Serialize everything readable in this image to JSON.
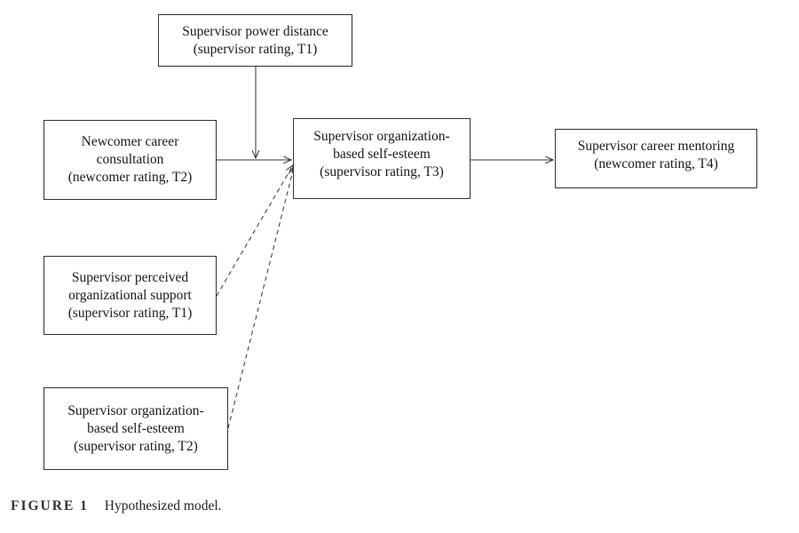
{
  "boxes": {
    "power_distance": {
      "lines": [
        "Supervisor power distance",
        "(supervisor rating, T1)"
      ]
    },
    "career_consultation": {
      "lines": [
        "Newcomer career",
        "consultation",
        "(newcomer rating, T2)"
      ]
    },
    "obse_t3": {
      "lines": [
        "Supervisor organization-",
        "based self-esteem",
        "(supervisor rating, T3)"
      ]
    },
    "career_mentoring": {
      "lines": [
        "Supervisor career mentoring",
        "(newcomer rating, T4)"
      ]
    },
    "perceived_support": {
      "lines": [
        "Supervisor perceived",
        "organizational support",
        "(supervisor rating, T1)"
      ]
    },
    "obse_t2": {
      "lines": [
        "Supervisor organization-",
        "based self-esteem",
        "(supervisor rating, T2)"
      ]
    }
  },
  "caption": {
    "label": "FIGURE 1",
    "text": "Hypothesized model."
  },
  "colors": {
    "line": "#333333",
    "text": "#1a1a1a"
  }
}
